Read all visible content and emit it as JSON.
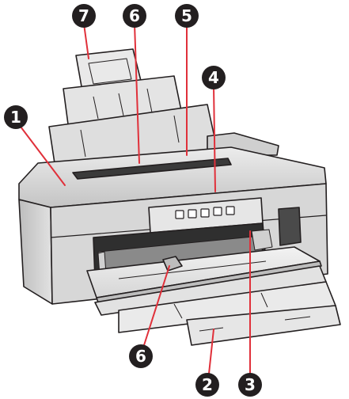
{
  "callouts": [
    {
      "id": "c1",
      "label": "1"
    },
    {
      "id": "c2",
      "label": "2"
    },
    {
      "id": "c3",
      "label": "3"
    },
    {
      "id": "c4",
      "label": "4"
    },
    {
      "id": "c5",
      "label": "5"
    },
    {
      "id": "c6a",
      "label": "6"
    },
    {
      "id": "c6b",
      "label": "6"
    },
    {
      "id": "c7",
      "label": "7"
    }
  ],
  "colors": {
    "leader_line": "#e0303a",
    "callout_fill": "#231f20",
    "printer_body": "#d9d9d9",
    "printer_outline": "#231f20"
  },
  "illustration": "printer-front-view"
}
